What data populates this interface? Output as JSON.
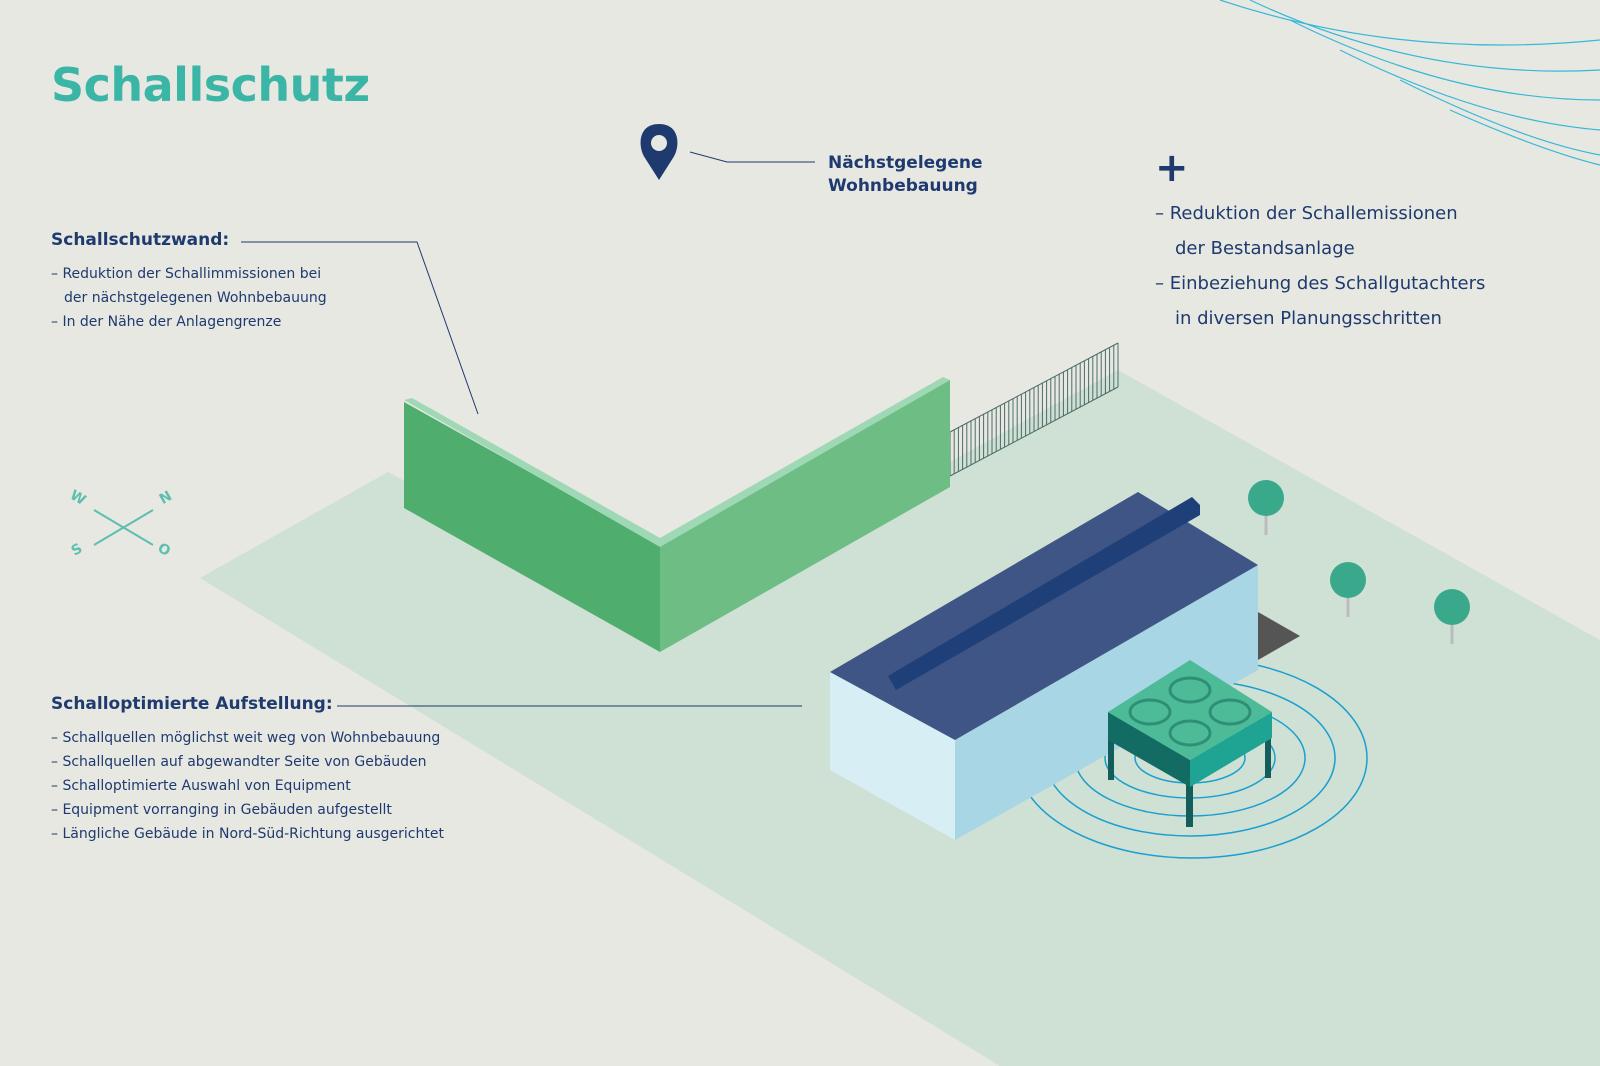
{
  "title": "Schallschutz",
  "pin_label": [
    "Nächstgelegene",
    "Wohnbebauung"
  ],
  "wall": {
    "heading": "Schallschutzwand:",
    "items": [
      "Reduktion der Schallimmissionen  bei",
      "der nächstgelegenen Wohnbebauung",
      "In der Nähe der Anlagengrenze"
    ]
  },
  "setup": {
    "heading": "Schalloptimierte Aufstellung:",
    "items": [
      "Schallquellen möglichst weit weg von Wohnbebauung",
      "Schallquellen auf abgewandter Seite von Gebäuden",
      "Schalloptimierte Auswahl von Equipment",
      "Equipment vorranging in Gebäuden aufgestellt",
      "Längliche Gebäude in Nord-Süd-Richtung ausgerichtet"
    ]
  },
  "plus": {
    "symbol": "+",
    "items": [
      "Reduktion der Schallemissionen",
      "der Bestandsanlage",
      "Einbeziehung des Schallgutachters",
      "in diversen Planungsschritten"
    ]
  },
  "compass": {
    "w": "W",
    "n": "N",
    "s": "S",
    "o": "O"
  },
  "colors": {
    "accent": "#3bb5a6",
    "text": "#1e3a6e",
    "ground": "#cfe0d4",
    "wall": "#4fae6e",
    "roof": "#3e5585",
    "sound": "#1a9fd0"
  }
}
